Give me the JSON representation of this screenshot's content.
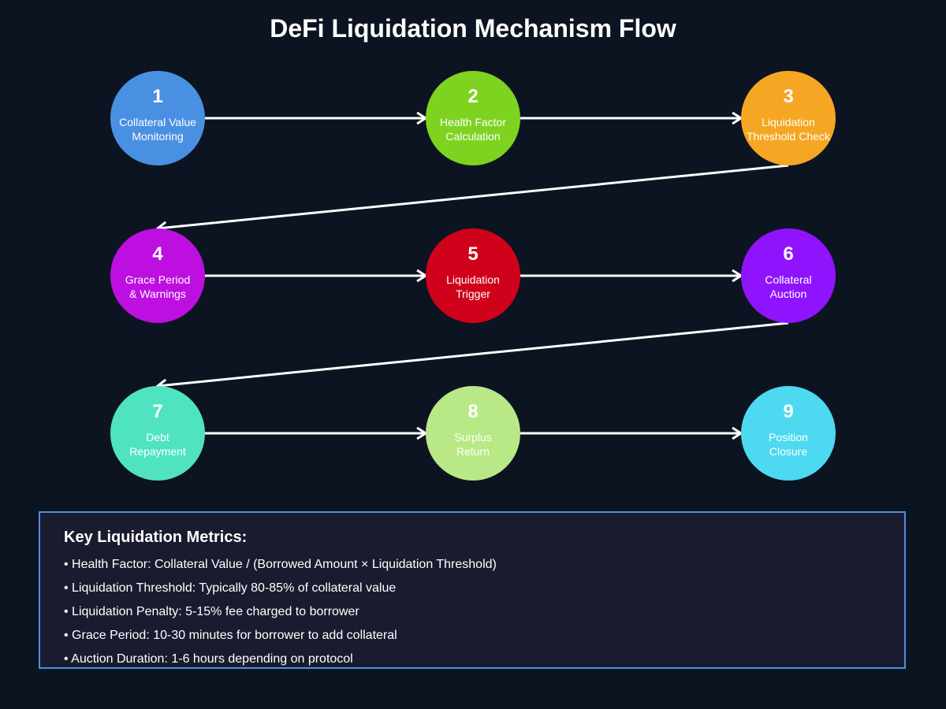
{
  "title": "DeFi Liquidation Mechanism Flow",
  "arrow_color": "#ffffff",
  "steps": [
    {
      "num": "1",
      "lines": [
        "Collateral Value",
        "Monitoring"
      ],
      "color": "#4a90e2"
    },
    {
      "num": "2",
      "lines": [
        "Health Factor",
        "Calculation"
      ],
      "color": "#7ed321"
    },
    {
      "num": "3",
      "lines": [
        "Liquidation",
        "Threshold Check"
      ],
      "color": "#f5a623"
    },
    {
      "num": "4",
      "lines": [
        "Grace Period",
        "& Warnings"
      ],
      "color": "#bd10e0"
    },
    {
      "num": "5",
      "lines": [
        "Liquidation",
        "Trigger"
      ],
      "color": "#d0021b"
    },
    {
      "num": "6",
      "lines": [
        "Collateral",
        "Auction"
      ],
      "color": "#9013fe"
    },
    {
      "num": "7",
      "lines": [
        "Debt",
        "Repayment"
      ],
      "color": "#50e3c2"
    },
    {
      "num": "8",
      "lines": [
        "Surplus",
        "Return"
      ],
      "color": "#b8e986"
    },
    {
      "num": "9",
      "lines": [
        "Position",
        "Closure"
      ],
      "color": "#4dd9f0"
    }
  ],
  "metrics": {
    "heading": "Key Liquidation Metrics:",
    "items": [
      "• Health Factor: Collateral Value / (Borrowed Amount × Liquidation Threshold)",
      "• Liquidation Threshold: Typically 80-85% of collateral value",
      "• Liquidation Penalty: 5-15% fee charged to borrower",
      "• Grace Period: 10-30 minutes for borrower to add collateral",
      "• Auction Duration: 1-6 hours depending on protocol"
    ],
    "border_color": "#4a90e2"
  }
}
